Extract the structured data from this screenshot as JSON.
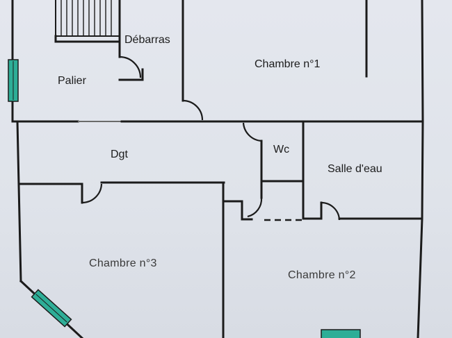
{
  "rooms": {
    "debarras": "Débarras",
    "palier": "Palier",
    "chambre1": "Chambre n°1",
    "dgt": "Dgt",
    "wc": "Wc",
    "salle_eau": "Salle d'eau",
    "chambre3": "Chambre n°3",
    "chambre2": "Chambre n°2"
  },
  "colors": {
    "wall": "#1b1b1b",
    "window_fill": "#2eae97",
    "background": "#e1e4eb"
  }
}
